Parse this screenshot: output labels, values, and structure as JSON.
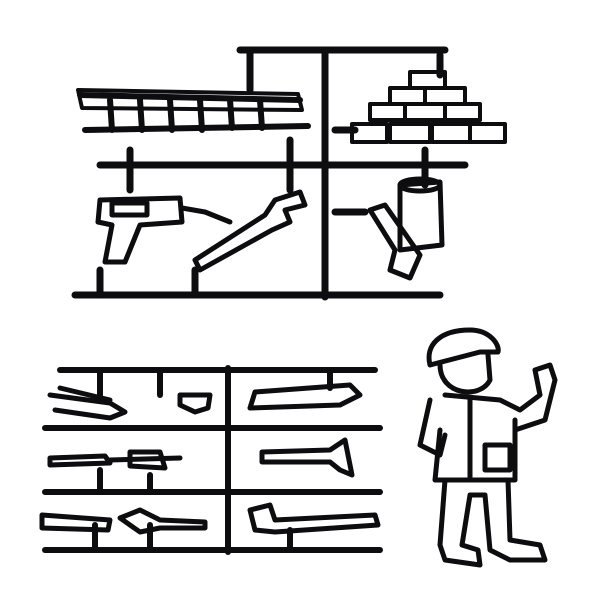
{
  "image": {
    "background_color": "#ffffff",
    "object_color": "#0d0d0f",
    "objects": [
      "ladder",
      "brick-wall",
      "drill",
      "wrench",
      "paint-can-brush",
      "pliers",
      "tape-measure",
      "trowel",
      "hammer",
      "screwdriver",
      "saw",
      "builder-figure"
    ]
  }
}
